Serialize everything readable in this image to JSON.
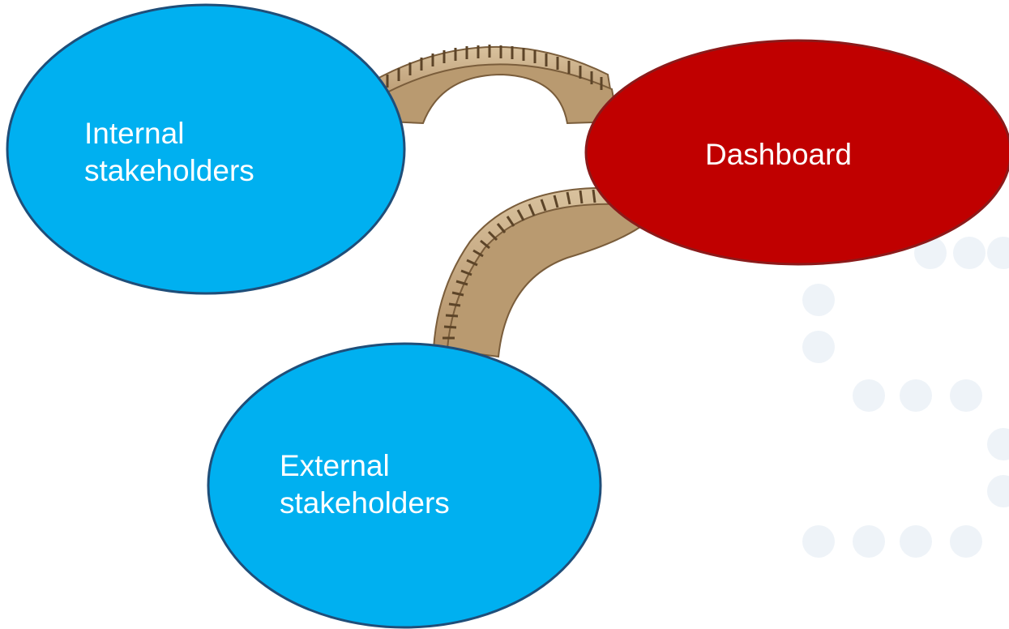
{
  "diagram": {
    "nodes": {
      "internal": {
        "lines": [
          "Internal",
          "stakeholders"
        ],
        "fill": "#00b0f0",
        "stroke": "#1f4e79"
      },
      "dashboard": {
        "lines": [
          "Dashboard"
        ],
        "fill": "#c00000",
        "stroke": "#8b1a1a"
      },
      "external": {
        "lines": [
          "External",
          "stakeholders"
        ],
        "fill": "#00b0f0",
        "stroke": "#1f4e79"
      }
    },
    "connectors": [
      {
        "from": "internal",
        "to": "dashboard",
        "icon": "bridge-icon"
      },
      {
        "from": "dashboard",
        "to": "external",
        "icon": "bridge-icon"
      }
    ],
    "colors": {
      "bridge_stone": "#c8ab83",
      "bridge_shadow": "#8a6f4d",
      "background_dots": "#eef3f8"
    }
  }
}
